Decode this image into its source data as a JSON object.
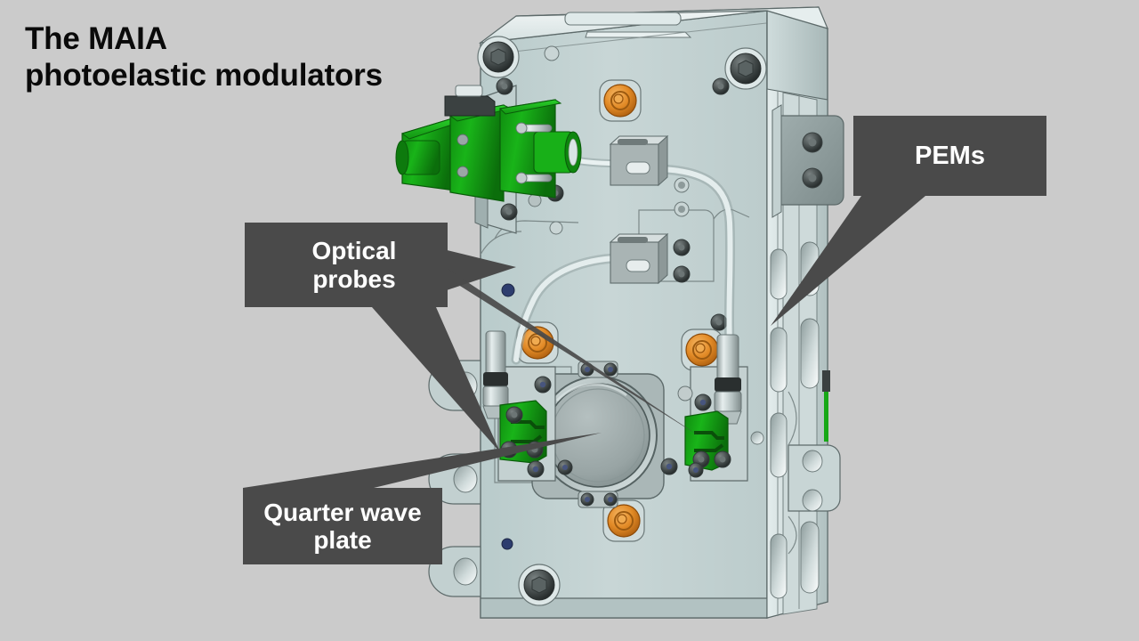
{
  "slide": {
    "background_color": "#cbcbcb",
    "title": "The MAIA\nphotoelastic modulators"
  },
  "callouts": {
    "box_color": "#4a4a4a",
    "text_color": "#ffffff",
    "pems": {
      "label": "PEMs"
    },
    "optical_probes": {
      "label": "Optical\nprobes"
    },
    "quarter_wave_plate": {
      "label": "Quarter wave\nplate"
    }
  },
  "figure": {
    "kind": "cad-render",
    "subject": "photoelastic modulator assembly",
    "body_color": "#c5d3d3",
    "accent_green": "#16a816",
    "accent_orange": "#e08a28",
    "metal_color": "#b9c3c4"
  }
}
